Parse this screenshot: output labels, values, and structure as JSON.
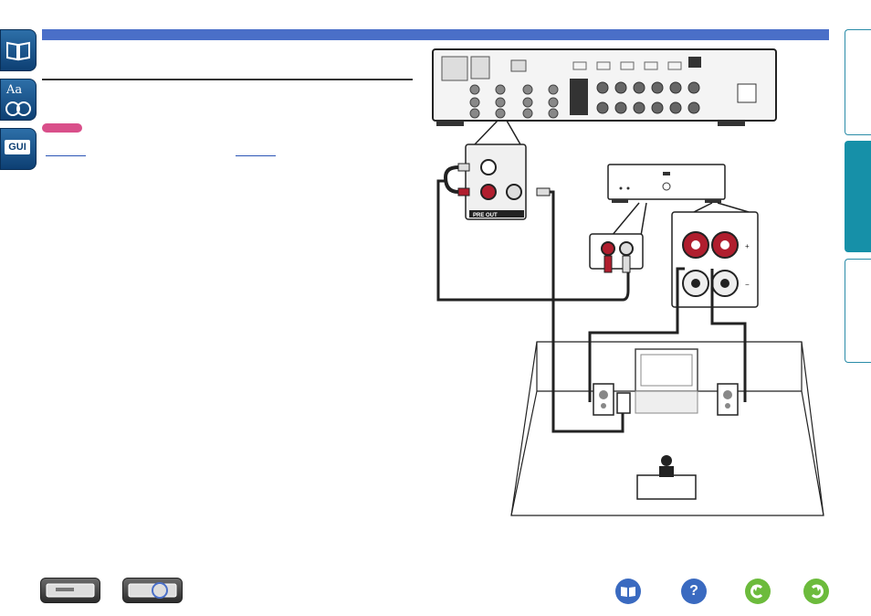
{
  "sidebar": {
    "items": [
      {
        "icon": "book-icon"
      },
      {
        "icon": "glossary-icon",
        "label": "Aa"
      },
      {
        "icon": "gui-icon",
        "label": "GUI"
      }
    ]
  },
  "diagram": {
    "pre_out_label": "PRE OUT",
    "speaker_plus": "+",
    "speaker_minus": "−"
  },
  "bottom_nav": {
    "buttons": [
      {
        "icon": "front-panel-icon"
      },
      {
        "icon": "rear-panel-icon"
      },
      {
        "icon": "contents-book-icon"
      },
      {
        "icon": "help-icon",
        "label": "?"
      },
      {
        "icon": "back-arrow-icon"
      },
      {
        "icon": "forward-arrow-icon"
      }
    ]
  },
  "colors": {
    "header_bar": "#4a6fc8",
    "note_badge": "#d94f8a",
    "active_tab": "#1690a8",
    "sidebar": "#1f5a94"
  }
}
